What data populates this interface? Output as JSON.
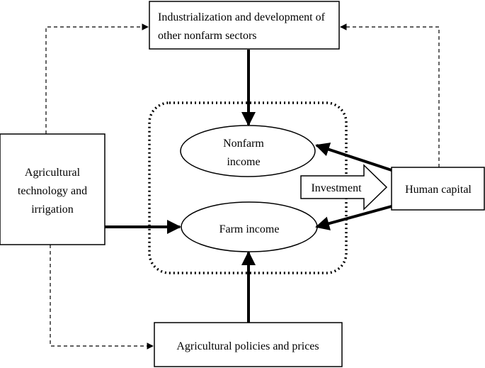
{
  "nodes": {
    "industrialization": {
      "line1": "Industrialization and development of",
      "line2": "other nonfarm sectors"
    },
    "agri_tech": {
      "line1": "Agricultural",
      "line2": "technology and",
      "line3": "irrigation"
    },
    "nonfarm_income": {
      "line1": "Nonfarm",
      "line2": "income"
    },
    "farm_income": {
      "label": "Farm income"
    },
    "human_capital": {
      "label": "Human capital"
    },
    "policies": {
      "label": "Agricultural policies and prices"
    }
  },
  "edges": {
    "investment": {
      "label": "Investment"
    }
  }
}
